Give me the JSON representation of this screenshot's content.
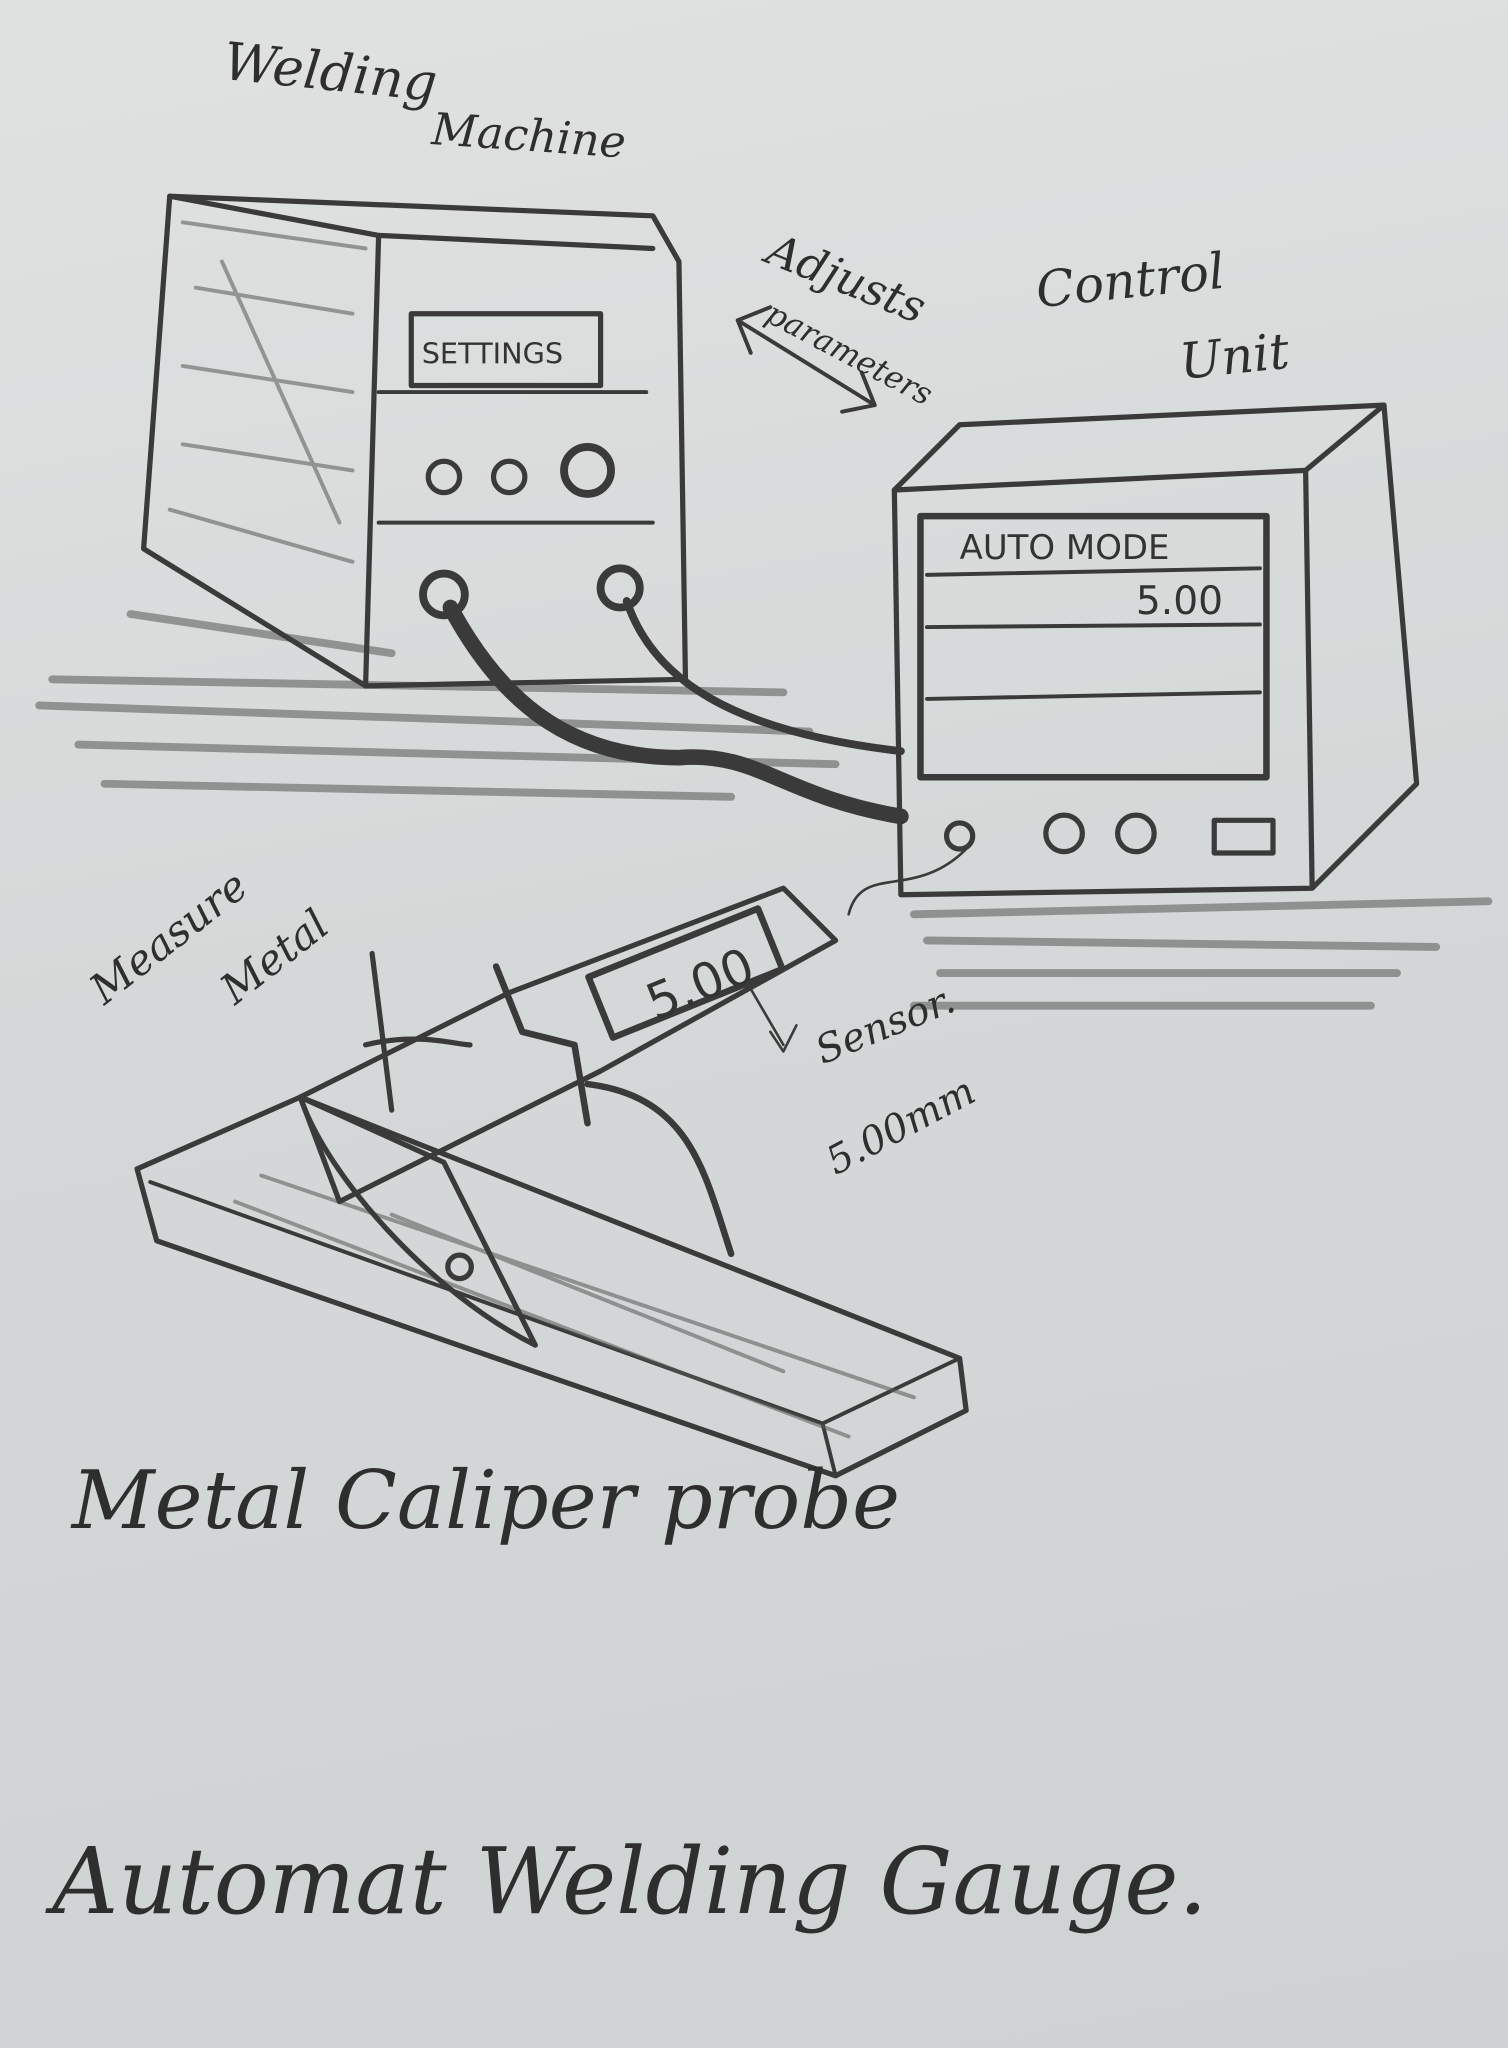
{
  "welding_machine": {
    "label_line1": "Welding",
    "label_line2": "Machine",
    "display": "SETTINGS"
  },
  "annotation_link": {
    "line1": "Adjusts",
    "line2": "parameters"
  },
  "control_unit": {
    "label_line1": "Control",
    "label_line2": "Unit",
    "display_mode": "AUTO MODE",
    "display_value": "5.00"
  },
  "caliper": {
    "label_line1": "Measure",
    "label_line2": "Metal",
    "display": "5.00",
    "sensor_label": "Sensor.",
    "sensor_value": "5.00mm",
    "caption": "Metal Caliper probe"
  },
  "title": "Automat Welding Gauge.",
  "colors": {
    "paper": "#d9dcdc",
    "pencil": "#3a3a3a"
  }
}
